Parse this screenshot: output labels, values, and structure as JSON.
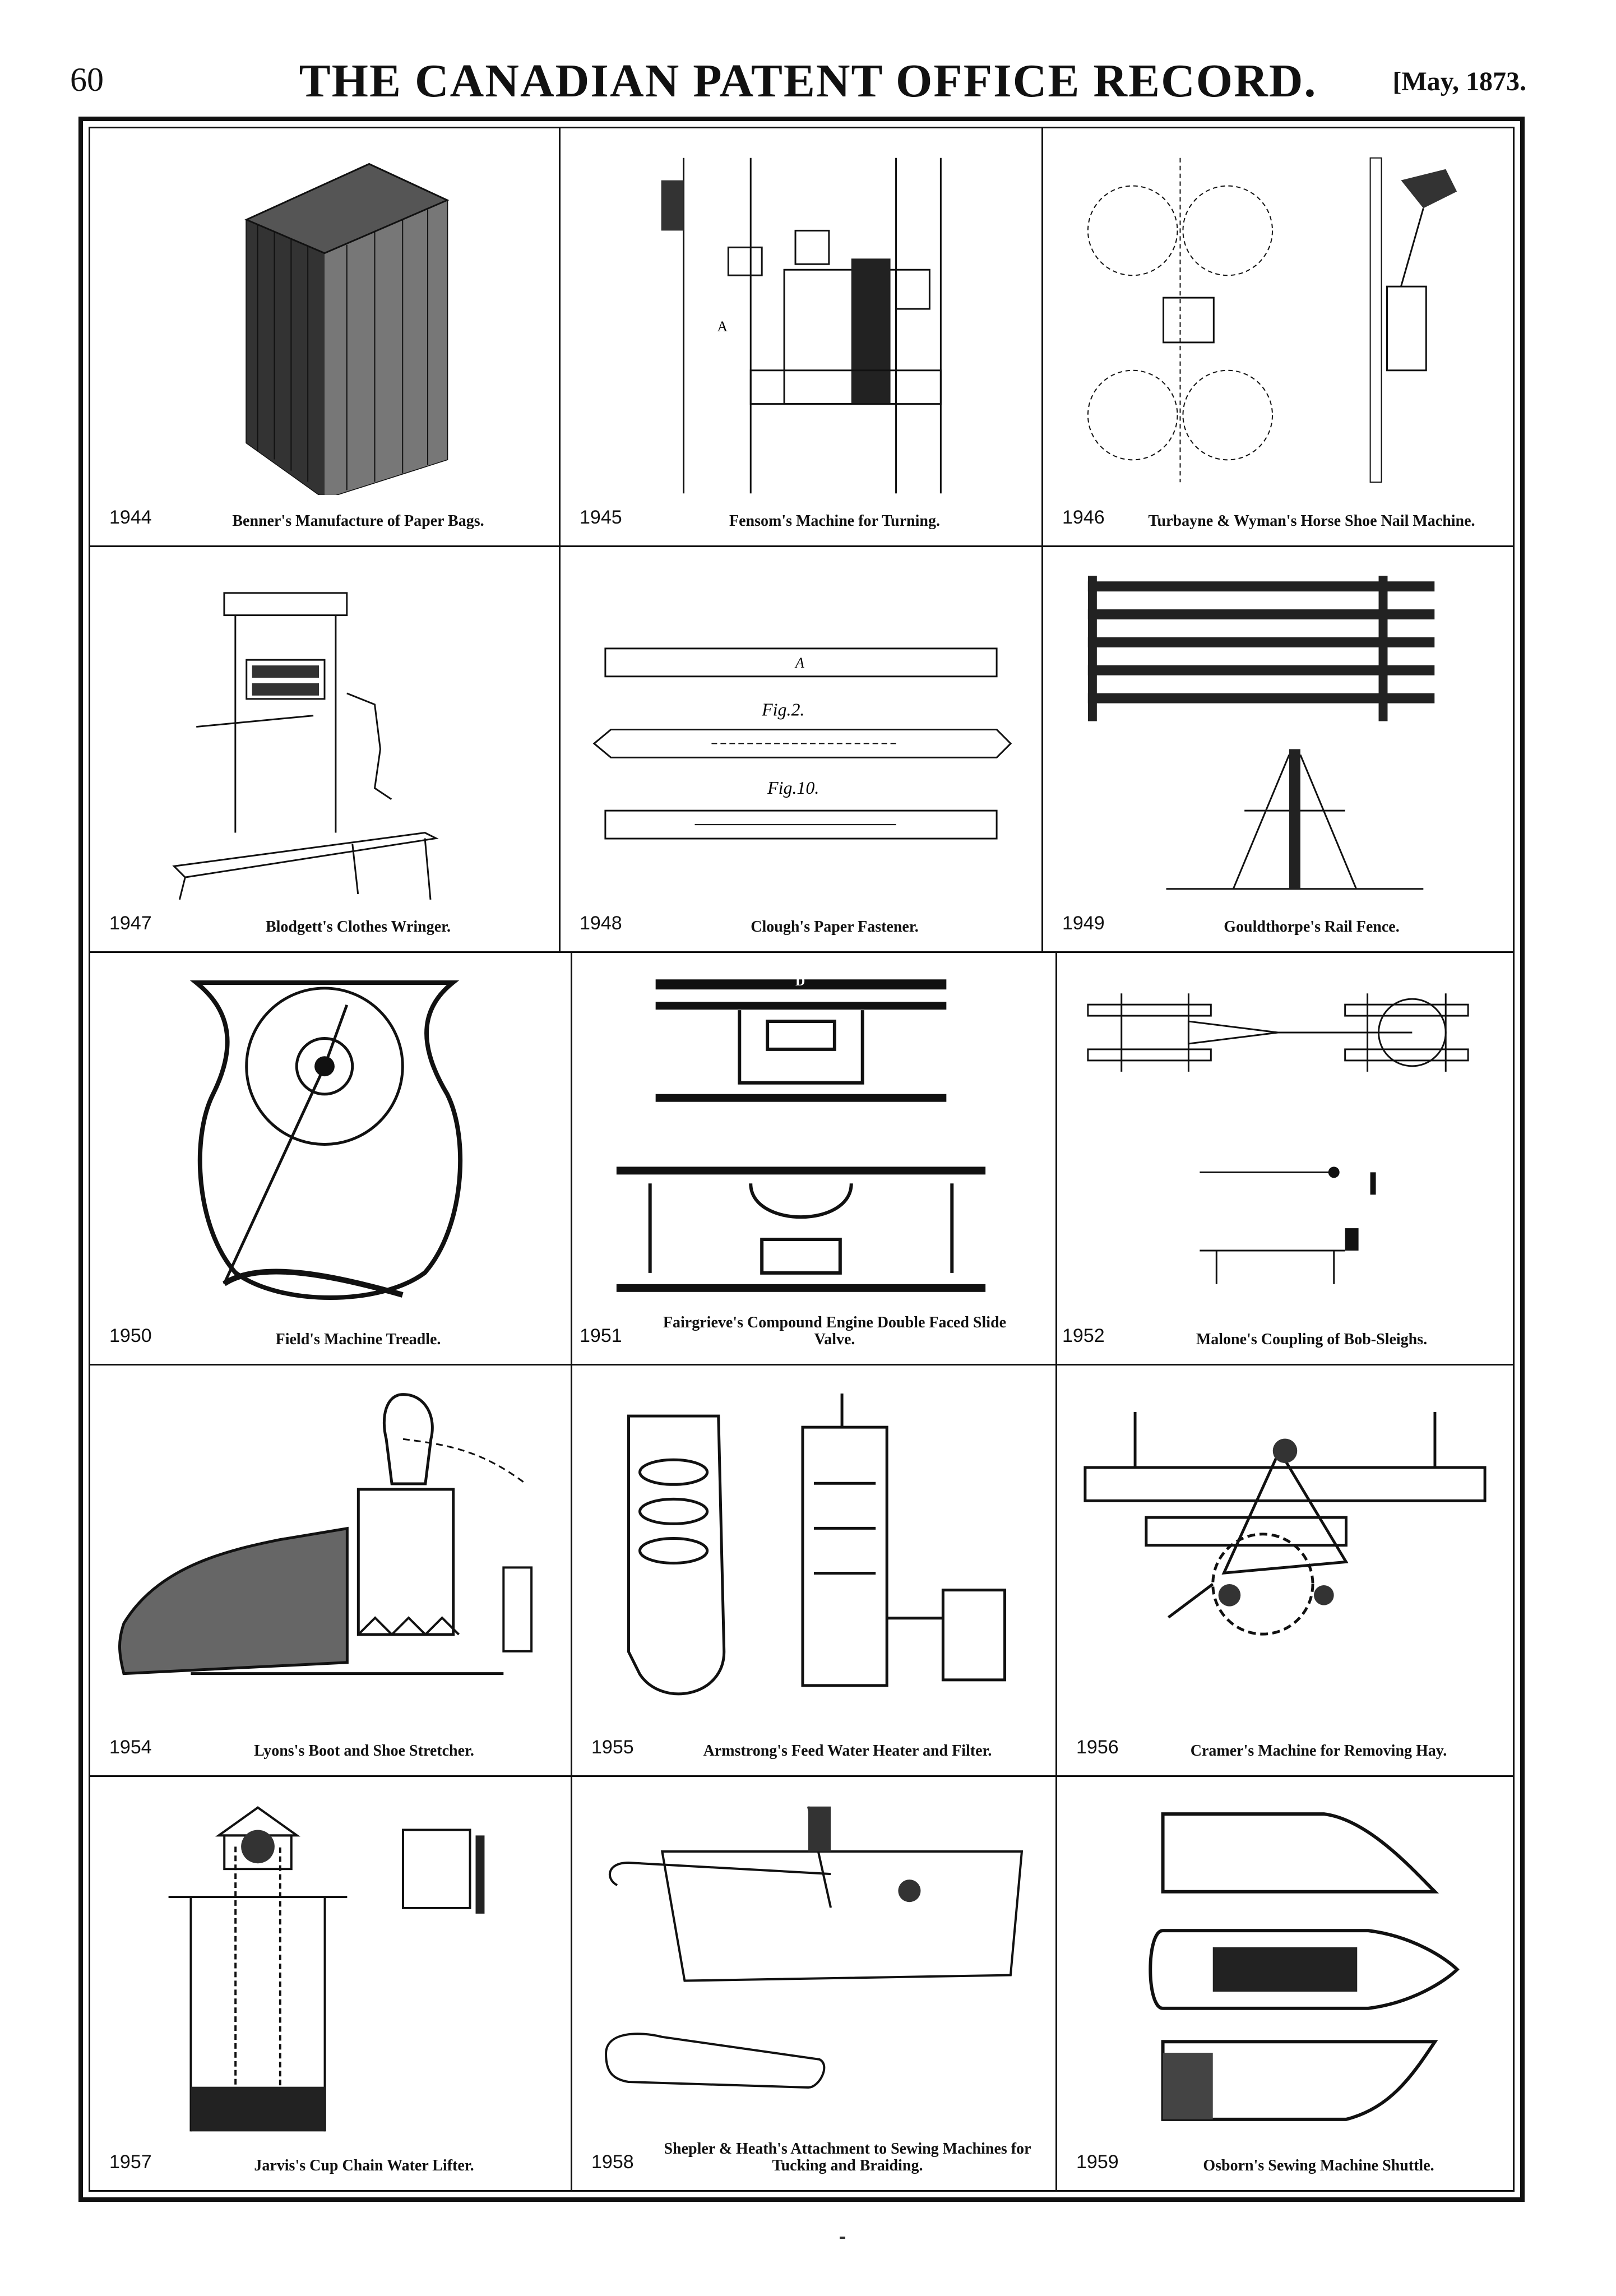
{
  "header": {
    "page_number": "60",
    "title": "THE CANADIAN PATENT OFFICE RECORD.",
    "date": "[May, 1873."
  },
  "figures": [
    {
      "number": "1944",
      "caption": "Benner's Manufacture of Paper Bags.",
      "icon": "paper-bag-drawing"
    },
    {
      "number": "1945",
      "caption": "Fensom's Machine for Turning.",
      "icon": "turning-machine-drawing"
    },
    {
      "number": "1946",
      "caption": "Turbayne & Wyman's Horse Shoe Nail Machine.",
      "icon": "nail-machine-drawing"
    },
    {
      "number": "1947",
      "caption": "Blodgett's Clothes Wringer.",
      "icon": "clothes-wringer-drawing"
    },
    {
      "number": "1948",
      "caption": "Clough's Paper Fastener.",
      "icon": "paper-fastener-drawing",
      "labels": [
        "A",
        "Fig.2.",
        "Fig.10."
      ]
    },
    {
      "number": "1949",
      "caption": "Gouldthorpe's Rail Fence.",
      "icon": "rail-fence-drawing"
    },
    {
      "number": "1950",
      "caption": "Field's Machine Treadle.",
      "icon": "treadle-drawing"
    },
    {
      "number": "1951",
      "caption": "Fairgrieve's Compound Engine Double Faced Slide Valve.",
      "icon": "slide-valve-drawing"
    },
    {
      "number": "1952",
      "caption": "Malone's Coupling of Bob-Sleighs.",
      "icon": "bob-sleigh-coupling-drawing"
    },
    {
      "number": "1954",
      "caption": "Lyons's Boot and Shoe Stretcher.",
      "icon": "shoe-stretcher-drawing"
    },
    {
      "number": "1955",
      "caption": "Armstrong's Feed Water Heater and Filter.",
      "icon": "water-heater-drawing"
    },
    {
      "number": "1956",
      "caption": "Cramer's Machine for Removing Hay.",
      "icon": "hay-machine-drawing"
    },
    {
      "number": "1957",
      "caption": "Jarvis's Cup Chain Water Lifter.",
      "icon": "water-lifter-drawing"
    },
    {
      "number": "1958",
      "caption": "Shepler & Heath's Attachment to Sewing Machines for Tucking and Braiding.",
      "icon": "sewing-attachment-drawing"
    },
    {
      "number": "1959",
      "caption": "Osborn's Sewing Machine Shuttle.",
      "icon": "shuttle-drawing"
    }
  ]
}
